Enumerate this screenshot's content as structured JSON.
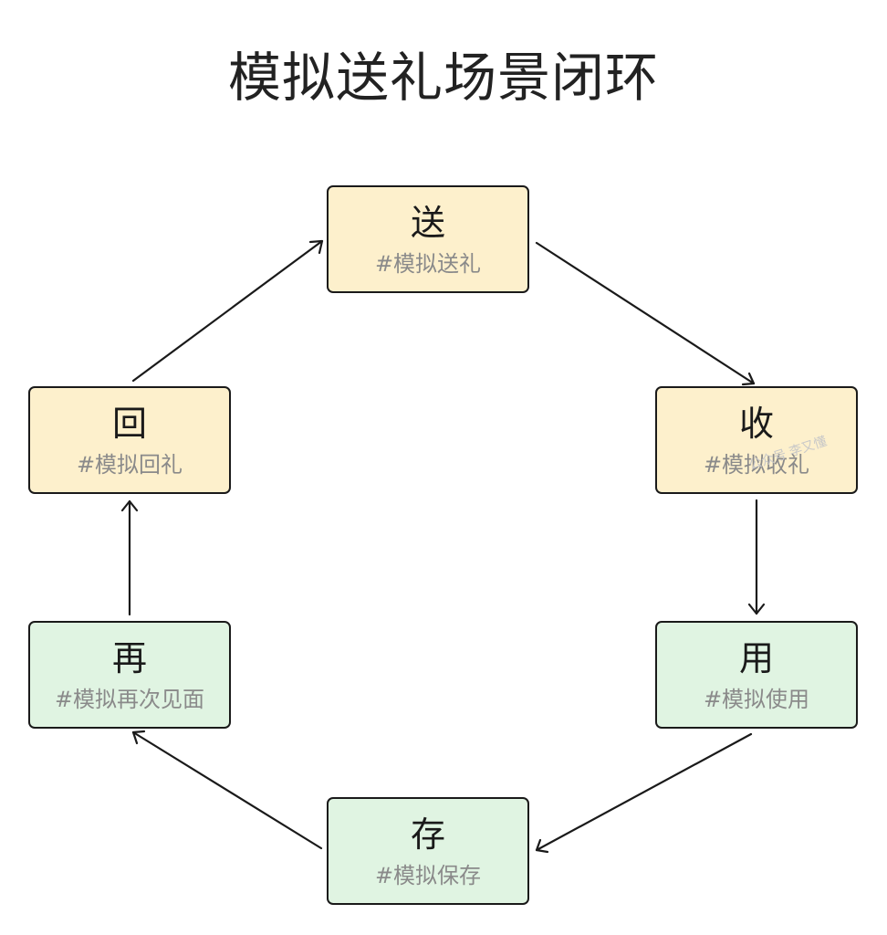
{
  "title": "模拟送礼场景闭环",
  "nodes": {
    "send": {
      "main": "送",
      "sub": "#模拟送礼"
    },
    "receive": {
      "main": "收",
      "sub": "#模拟收礼"
    },
    "use": {
      "main": "用",
      "sub": "#模拟使用"
    },
    "store": {
      "main": "存",
      "sub": "#模拟保存"
    },
    "meet": {
      "main": "再",
      "sub": "#模拟再次见面"
    },
    "return": {
      "main": "回",
      "sub": "#模拟回礼"
    }
  },
  "watermark": "公众号 李又懂",
  "colors": {
    "gift_fill": "#fdf0cc",
    "keep_fill": "#e0f4e2",
    "border": "#1a1a1a",
    "sub_text": "#8a8a8a"
  }
}
